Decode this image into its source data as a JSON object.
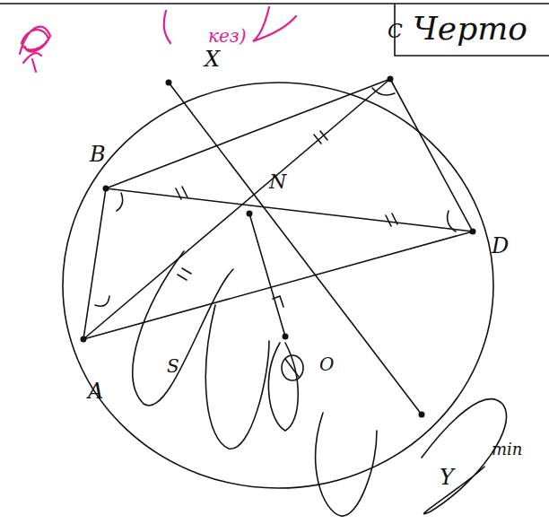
{
  "diagram": {
    "labels": [
      "кез)",
      "Черто",
      "X",
      "C",
      "B",
      "N",
      "D",
      "A",
      "S",
      "O",
      "min",
      "Y"
    ]
  }
}
